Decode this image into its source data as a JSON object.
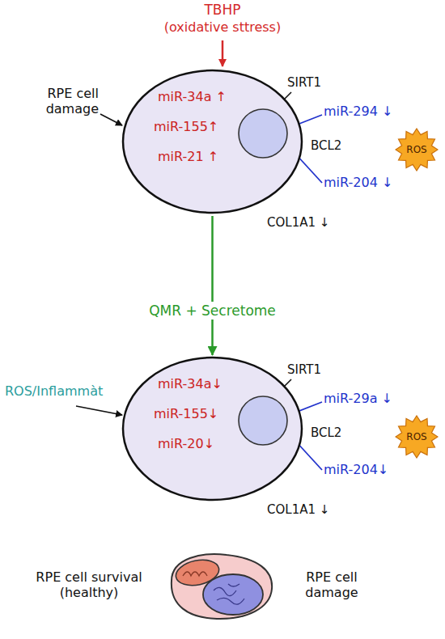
{
  "diagram": {
    "nodes": [
      {
        "text": [
          "miR-34a ↑",
          "miR-155↑",
          "miR-21 ↑"
        ]
      },
      {
        "text": [
          "ROS"
        ]
      },
      {
        "text": [
          "miR-34a↓",
          "miR-155↓",
          "miR-20↓"
        ]
      },
      {
        "text": [
          "ROS"
        ]
      }
    ],
    "edges": [
      {
        "from": 0,
        "to": 2,
        "arrow": "to",
        "label": "QMR + Secretome"
      }
    ],
    "labels": [
      "TBHP",
      "(oxidative sttress)",
      "RPE cell damage",
      "SIRT1",
      "miR-294 ↓",
      "BCL2",
      "miR-204 ↓",
      "COL1A1 ↓",
      "ROS/Inflammàt",
      "SIRT1",
      "miR-29a ↓",
      "BCL2",
      "miR-204↓",
      "COL1A1 ↓",
      "RPE cell survival (healthy)",
      "RPE cell damage"
    ]
  }
}
